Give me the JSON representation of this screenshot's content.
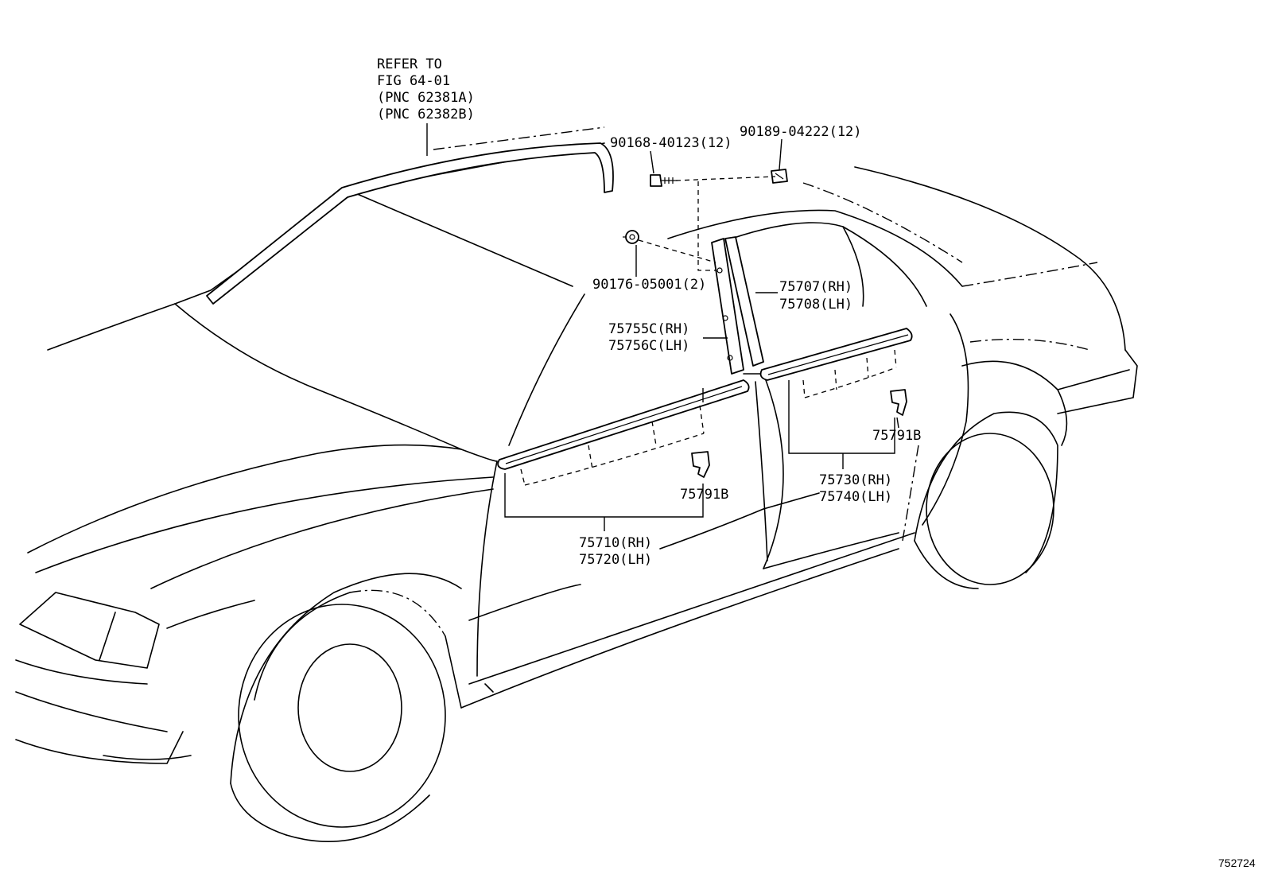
{
  "figure_number": "752724",
  "callouts": {
    "refer": [
      "REFER TO",
      "FIG 64-01",
      "(PNC 62381A)",
      "(PNC 62382B)"
    ],
    "bolt_a": "90168-40123(12)",
    "clip_b": "90189-04222(12)",
    "clip_c": "90176-05001(2)",
    "pillar_trim": [
      "75707(RH)",
      "75708(LH)"
    ],
    "pillar_garnish": [
      "75755C(RH)",
      "75756C(LH)"
    ],
    "front_clip": "75791B",
    "rear_clip": "75791B",
    "front_moulding": [
      "75710(RH)",
      "75720(LH)"
    ],
    "rear_moulding": [
      "75730(RH)",
      "75740(LH)"
    ]
  }
}
